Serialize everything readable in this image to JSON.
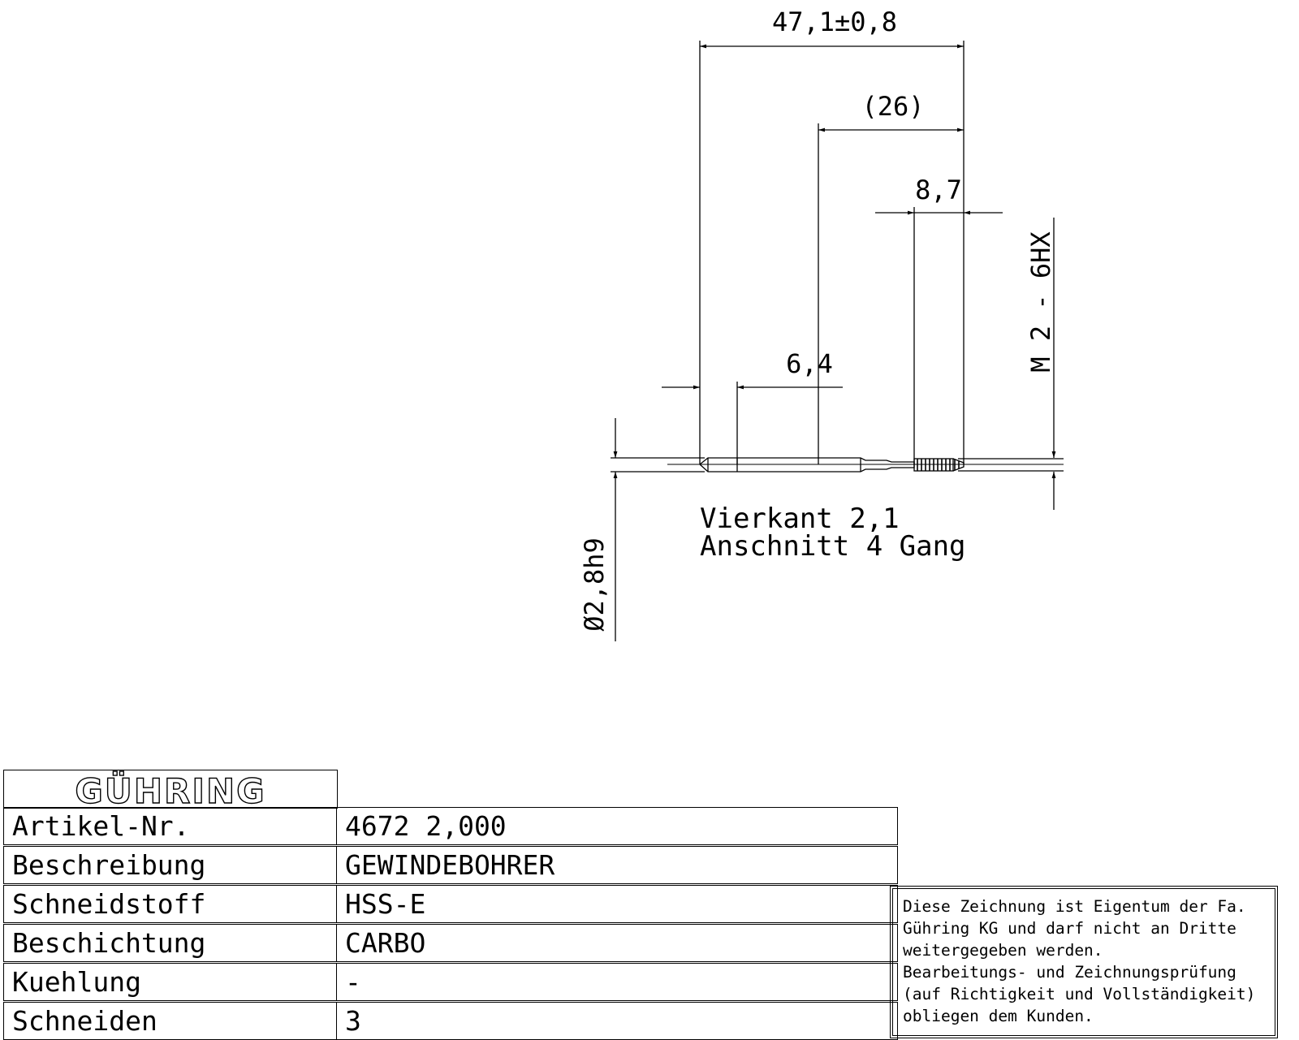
{
  "drawing": {
    "dim_overall": "47,1±0,8",
    "dim_26": "(26)",
    "dim_thread_length": "8,7",
    "dim_square": "6,4",
    "thread_spec": "M 2 - 6HX",
    "shank_diameter": "Ø2,8h9",
    "note_line1": "Vierkant 2,1",
    "note_line2": "Anschnitt 4 Gang"
  },
  "logo": "GÜHRING",
  "title_block": {
    "rows": [
      {
        "key": "Artikel-Nr.",
        "value": "4672 2,000"
      },
      {
        "key": "Beschreibung",
        "value": "GEWINDEBOHRER"
      },
      {
        "key": "Schneidstoff",
        "value": "HSS-E"
      },
      {
        "key": "Beschichtung",
        "value": "CARBO"
      },
      {
        "key": "Kuehlung",
        "value": "-"
      },
      {
        "key": "Schneiden",
        "value": "3"
      }
    ]
  },
  "disclaimer": {
    "lines": [
      "Diese Zeichnung ist Eigentum der Fa.",
      "Gühring KG und darf nicht an Dritte",
      "weitergegeben werden.",
      "Bearbeitungs- und Zeichnungsprüfung",
      "(auf Richtigkeit und Vollständigkeit)",
      "obliegen dem Kunden."
    ]
  }
}
